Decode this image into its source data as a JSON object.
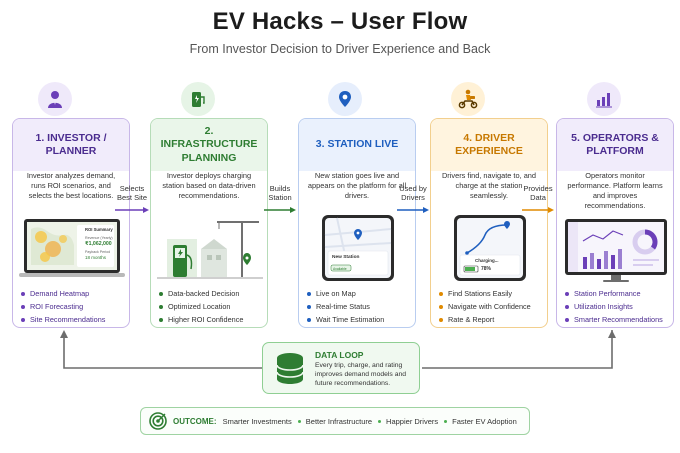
{
  "header": {
    "title": "EV Hacks – User Flow",
    "subtitle": "From Investor Decision to Driver Experience and Back"
  },
  "stages": [
    {
      "title": "1. INVESTOR / PLANNER",
      "description": "Investor analyzes demand, runs ROI scenarios, and selects the best locations.",
      "icon": "person-icon",
      "color": "#6b3fb8",
      "illustration": {
        "panel_title": "ROI Summary",
        "revenue_label": "Revenue (Yearly)",
        "revenue_value": "₹1,062,000",
        "payback_label": "Payback Period",
        "payback_value": "18 months"
      },
      "bullets": [
        "Demand Heatmap",
        "ROI Forecasting",
        "Site Recommendations"
      ]
    },
    {
      "title": "2. INFRASTRUCTURE PLANNING",
      "description": "Investor deploys charging station based on data-driven recommendations.",
      "icon": "ev-charger-icon",
      "color": "#2e7d32",
      "bullets": [
        "Data-backed Decision",
        "Optimized Location",
        "Higher ROI Confidence"
      ]
    },
    {
      "title": "3. STATION LIVE",
      "description": "New station goes live and appears on the platform for all drivers.",
      "icon": "map-pin-icon",
      "color": "#1f5fbf",
      "illustration": {
        "station_name": "New Station",
        "badge": "Available"
      },
      "bullets": [
        "Live on Map",
        "Real-time Status",
        "Wait Time Estimation"
      ]
    },
    {
      "title": "4. DRIVER EXPERIENCE",
      "description": "Drivers find, navigate to, and charge at the station seamlessly.",
      "icon": "scooter-rider-icon",
      "color": "#e08a00",
      "illustration": {
        "status": "Charging...",
        "battery": "78%"
      },
      "bullets": [
        "Find Stations Easily",
        "Navigate with Confidence",
        "Rate & Report"
      ]
    },
    {
      "title": "5. OPERATORS & PLATFORM",
      "description": "Operators monitor performance. Platform learns and improves recommendations.",
      "icon": "bar-chart-icon",
      "color": "#6b3fb8",
      "bullets": [
        "Station Performance",
        "Utilization Insights",
        "Smarter Recommendations"
      ]
    }
  ],
  "connectors": [
    {
      "label": "Selects Best Site"
    },
    {
      "label": "Builds Station"
    },
    {
      "label": "Used by Drivers"
    },
    {
      "label": "Provides Data"
    }
  ],
  "data_loop": {
    "title": "DATA LOOP",
    "text": "Every trip, charge, and rating improves demand models and future recommendations.",
    "icon": "database-icon"
  },
  "outcome": {
    "label": "OUTCOME:",
    "icon": "target-icon",
    "items": [
      "Smarter Investments",
      "Better Infrastructure",
      "Happier Drivers",
      "Faster EV Adoption"
    ]
  },
  "colors": {
    "purple": "#6b3fb8",
    "green": "#2e7d32",
    "blue": "#1f5fbf",
    "orange": "#e08a00"
  }
}
